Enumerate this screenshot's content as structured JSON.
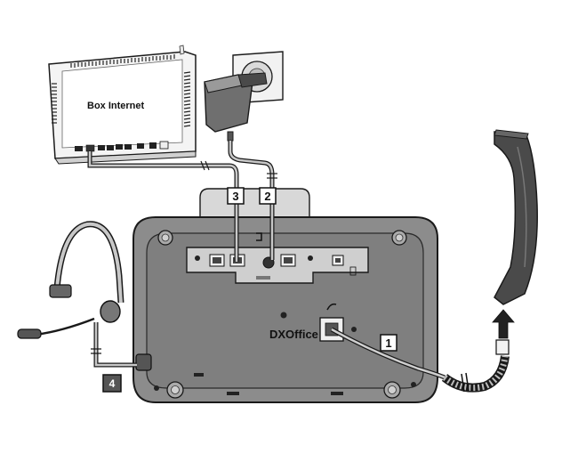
{
  "router": {
    "label": "Box Internet"
  },
  "base": {
    "brand": "DXOffice"
  },
  "callouts": [
    {
      "id": "callout-1",
      "number": "1"
    },
    {
      "id": "callout-2",
      "number": "2"
    },
    {
      "id": "callout-3",
      "number": "3"
    },
    {
      "id": "callout-4",
      "number": "4"
    }
  ],
  "colors": {
    "outline": "#1a1a1a",
    "device_body": "#8c8c8c",
    "device_dark": "#555555",
    "device_light": "#d8d8d8",
    "router_body": "#f4f4f4",
    "handset": "#4a4a4a",
    "callout_fill": "#ffffff",
    "callout4_fill": "#555555"
  },
  "icons": [
    "power-adapter-icon",
    "wall-socket-icon",
    "handset-icon",
    "headset-icon",
    "arrow-up-icon"
  ]
}
